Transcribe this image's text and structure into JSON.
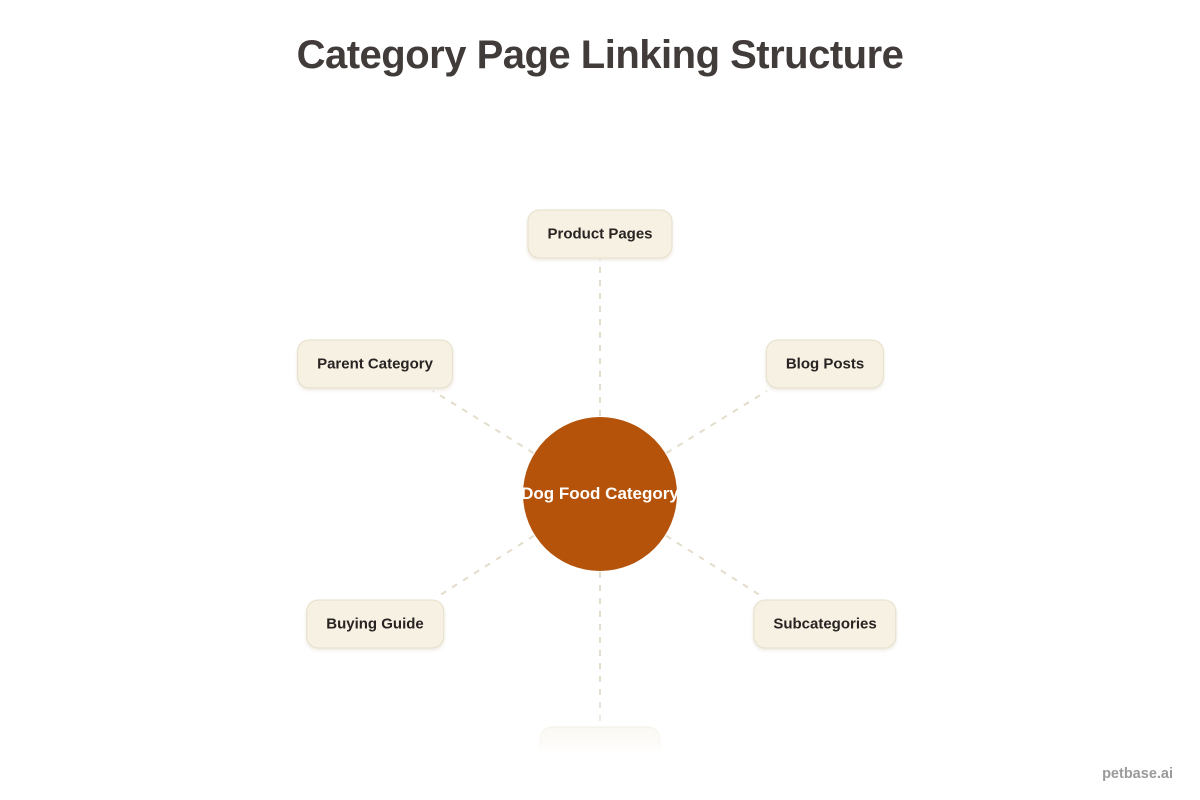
{
  "title": "Category Page Linking Structure",
  "center_node": {
    "label": "Dog Food Category"
  },
  "nodes": [
    {
      "label": "Product Pages",
      "position": "top"
    },
    {
      "label": "Parent Category",
      "position": "upper-left"
    },
    {
      "label": "Blog Posts",
      "position": "upper-right"
    },
    {
      "label": "Buying Guide",
      "position": "lower-left"
    },
    {
      "label": "Subcategories",
      "position": "lower-right"
    },
    {
      "label": "",
      "position": "bottom-cut-off"
    }
  ],
  "watermark": "petbase.ai",
  "colors": {
    "background": "#ffffff",
    "title_text": "#413b39",
    "center_fill": "#b45309",
    "center_text": "#ffffff",
    "node_fill": "#f6f1e2",
    "node_border": "#e6dfca",
    "node_text": "#292423",
    "connector": "#e4ddcc",
    "watermark_text": "#9a9a9a"
  }
}
